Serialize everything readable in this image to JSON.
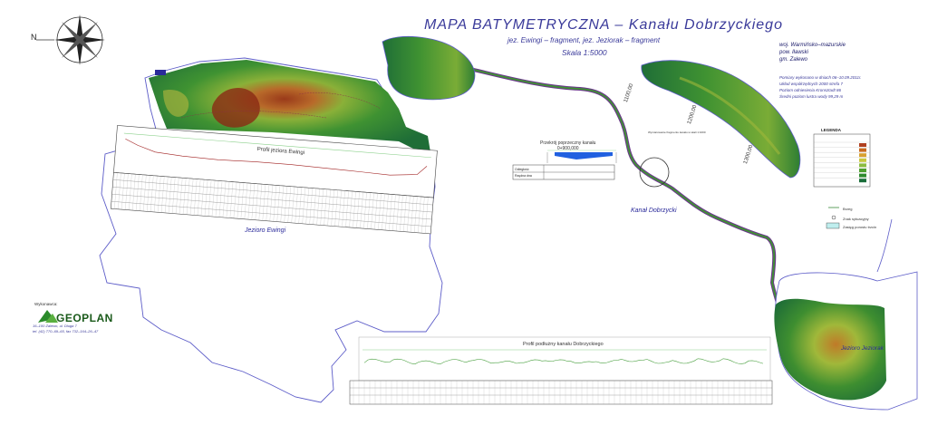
{
  "map": {
    "title": "MAPA BATYMETRYCZNA – Kanału Dobrzyckiego",
    "subtitle": "jez. Ewingi – fragment, jez. Jeziorak – fragment",
    "scale": "Skala 1:5000",
    "compass_letter": "N",
    "region": "woj. Warmińsko–mazurskie\npow. Iławski\ngm. Zalewo",
    "survey_info": "Pomiary wykonano w dniach 06–10.09.2011r.\nUkład współrzędnych 2000 strefa 7\nPoziom odniesienia Kronsztadt 86\nŚredni poziom lustra wody 99,29 m",
    "labels": {
      "lake_ewingi": "Jezioro Ewingi",
      "canal": "Kanał Dobrzycki",
      "lake_jeziorak": "Jezioro Jeziorak"
    },
    "chainage": [
      "1100,00",
      "1200,00",
      "1300,00"
    ],
    "detail_note": "Wymiarowanie fragmentu kanału w skali 1:1000"
  },
  "profiles": {
    "lake_profile_title": "Profil jeziora Ewingi",
    "canal_profile_title": "Profil podłużny kanału Dobrzyckiego",
    "cross_section_title": "Przekrój poprzeczny kanału\n0+900,000",
    "cross_rows": [
      "Odległość",
      "Rzędna dna"
    ]
  },
  "legend": {
    "title": "LEGENDA",
    "items": [
      "Brzeg",
      "Znak sytuacyjny",
      "Zasięg porostu trzcin"
    ],
    "depth_colors": [
      "#b04020",
      "#c86a20",
      "#d8a030",
      "#c8c840",
      "#8cbc40",
      "#4ea030",
      "#2e8a2e",
      "#1a6e3a"
    ]
  },
  "contractor": {
    "label": "Wykonawca:",
    "company": "GEOPLAN",
    "address": "16–100 Zalewo, ul. Długa 7\ntel. (42) 770–69–65, fax 732–164–26–47"
  },
  "colors": {
    "water_deep": "#1f6e37",
    "water_mid": "#5aa033",
    "water_shallow": "#a8c23a",
    "shore": "#5c5cc8",
    "canal": "#6a3a8a",
    "reed": "#bfeeee"
  }
}
